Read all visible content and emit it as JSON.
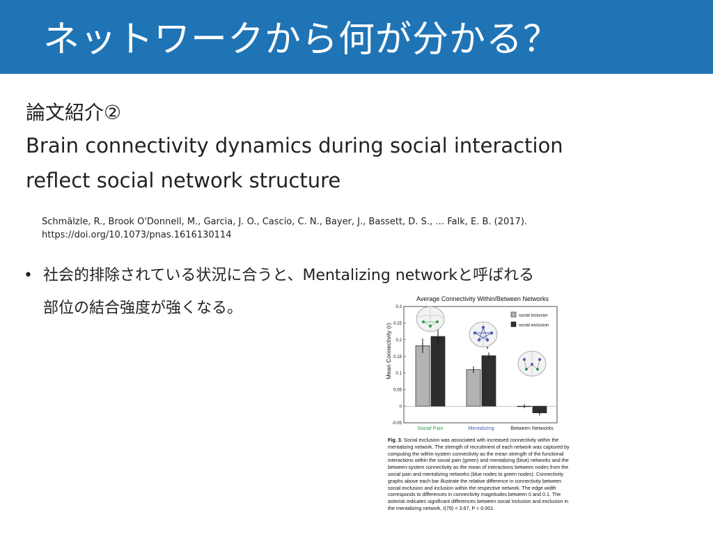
{
  "slide": {
    "title": "ネットワークから何が分かる？",
    "section": "論文紹介②",
    "paper_title_line1": "Brain connectivity dynamics during social interaction",
    "paper_title_line2": "reflect social network structure",
    "citation_authors": "Schmälzle, R., Brook O'Donnell, M., Garcia, J. O., Cascio, C. N., Bayer, J., Bassett, D. S., … Falk, E. B. (2017).",
    "citation_doi": "https://doi.org/10.1073/pnas.1616130114",
    "bullet_line1": "社会的排除されている状況に合うと、Mentalizing networkと呼ばれる",
    "bullet_line2": "部位の結合強度が強くなる。"
  },
  "colors": {
    "title_bar": "#1f74b6",
    "social_inclusion": "#b3b3b3",
    "social_exclusion": "#2e2e2e",
    "social_pain_label": "#2f9a4a",
    "mentalizing_label": "#4a5bb0",
    "between_label": "#222222"
  },
  "figure": {
    "caption_label": "Fig. 3.",
    "caption_text": "Social exclusion was associated with increased connectivity within the mentalizing network. The strength of recruitment of each network was captured by computing the within-system connectivity as the mean strength of the functional interactions within the social pain (green) and mentalizing (blue) networks and the between-system connectivity as the mean of interactions between nodes from the social pain and mentalizing networks (blue nodes to green nodes). Connectivity graphs above each bar illustrate the relative difference in connectivity between social exclusion and inclusion within the respective network. The edge width corresponds to differences in connectivity magnitudes between 0 and 0.1. The asterisk indicates significant differences between social inclusion and exclusion in the mentalizing network, t(79) = 3.67, P < 0.001."
  },
  "chart_data": {
    "type": "bar",
    "title": "Average Connectivity Within/Between Networks",
    "xlabel": "",
    "ylabel": "Mean Connectivity (r)",
    "ylim": [
      -0.05,
      0.3
    ],
    "yticks": [
      "-0.05",
      "0",
      "0.05",
      "0.1",
      "0.15",
      "0.2",
      "0.25",
      "0.3"
    ],
    "categories": [
      "Social Pain",
      "Mentalizing",
      "Between Networks"
    ],
    "series": [
      {
        "name": "social inclusion",
        "values": [
          0.182,
          0.11,
          0.0
        ],
        "errors": [
          0.022,
          0.01,
          0.006
        ]
      },
      {
        "name": "social exclusion",
        "values": [
          0.21,
          0.152,
          -0.02
        ],
        "errors": [
          0.022,
          0.01,
          0.008
        ]
      }
    ],
    "annotation": "*",
    "legend_position": "top-right",
    "grid": false
  }
}
